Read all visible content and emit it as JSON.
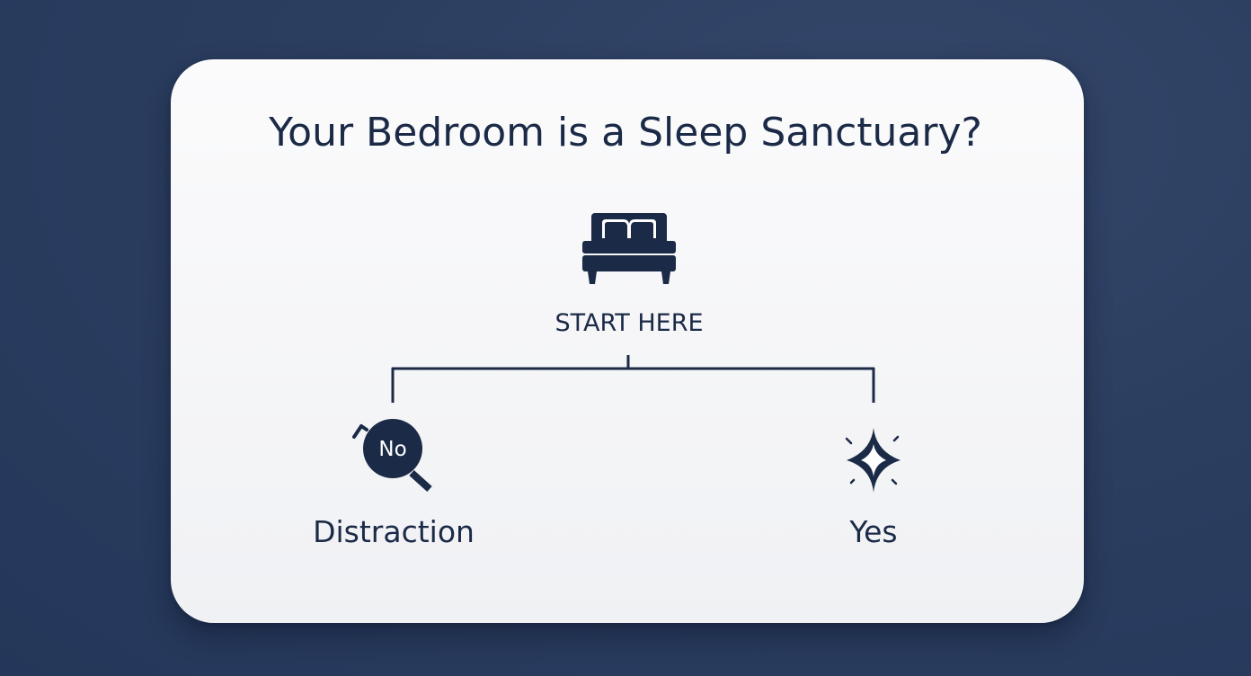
{
  "title": "Your Bedroom is a Sleep Sanctuary?",
  "start": {
    "label": "START HERE",
    "icon": "bed-icon"
  },
  "branches": [
    {
      "badge": "No",
      "label": "Distraction",
      "icon": "no-magnifier-icon"
    },
    {
      "label": "Yes",
      "icon": "sparkle-icon"
    }
  ],
  "colors": {
    "background": "#2c3e60",
    "card": "#f7f8fa",
    "ink": "#1b2a47"
  }
}
